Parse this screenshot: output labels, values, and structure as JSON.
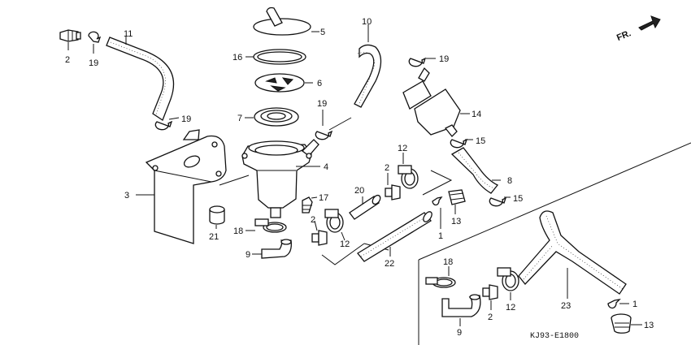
{
  "direction_label": "FR.",
  "diagram_code": "KJ93-E1800",
  "callouts": [
    {
      "id": "c2a",
      "text": "2"
    },
    {
      "id": "c19a",
      "text": "19"
    },
    {
      "id": "c11",
      "text": "11"
    },
    {
      "id": "c19b",
      "text": "19"
    },
    {
      "id": "c3",
      "text": "3"
    },
    {
      "id": "c21",
      "text": "21"
    },
    {
      "id": "c5",
      "text": "5"
    },
    {
      "id": "c16",
      "text": "16"
    },
    {
      "id": "c6",
      "text": "6"
    },
    {
      "id": "c7",
      "text": "7"
    },
    {
      "id": "c4",
      "text": "4"
    },
    {
      "id": "c17",
      "text": "17"
    },
    {
      "id": "c18a",
      "text": "18"
    },
    {
      "id": "c9a",
      "text": "9"
    },
    {
      "id": "c2b",
      "text": "2"
    },
    {
      "id": "c12a",
      "text": "12"
    },
    {
      "id": "c10",
      "text": "10"
    },
    {
      "id": "c19c",
      "text": "19"
    },
    {
      "id": "c19d",
      "text": "19"
    },
    {
      "id": "c14",
      "text": "14"
    },
    {
      "id": "c15a",
      "text": "15"
    },
    {
      "id": "c8",
      "text": "8"
    },
    {
      "id": "c15b",
      "text": "15"
    },
    {
      "id": "c12b",
      "text": "12"
    },
    {
      "id": "c2c",
      "text": "2"
    },
    {
      "id": "c20",
      "text": "20"
    },
    {
      "id": "c1a",
      "text": "1"
    },
    {
      "id": "c13a",
      "text": "13"
    },
    {
      "id": "c22",
      "text": "22"
    },
    {
      "id": "c18b",
      "text": "18"
    },
    {
      "id": "c2d",
      "text": "2"
    },
    {
      "id": "c9b",
      "text": "9"
    },
    {
      "id": "c12c",
      "text": "12"
    },
    {
      "id": "c23",
      "text": "23"
    },
    {
      "id": "c1b",
      "text": "1"
    },
    {
      "id": "c13b",
      "text": "13"
    }
  ]
}
